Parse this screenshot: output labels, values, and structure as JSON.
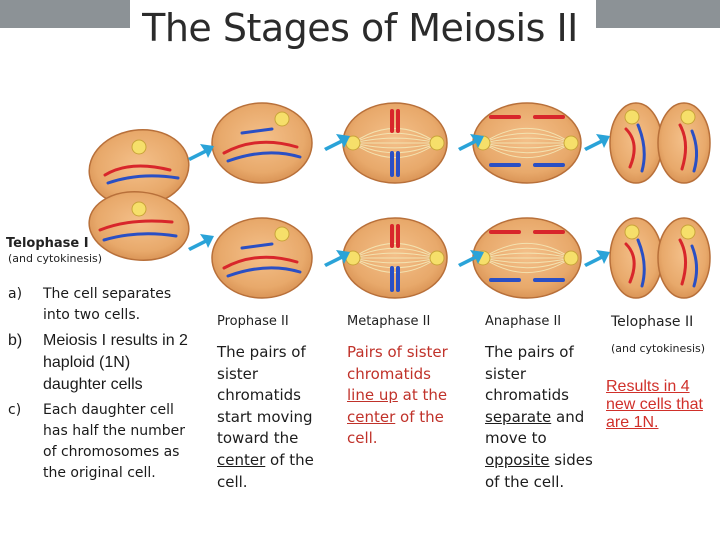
{
  "title": "The Stages of Meiosis II",
  "left_panel": {
    "stage": "Telophase I",
    "stage_sub": "(and cytokinesis)",
    "items": [
      {
        "marker": "a)",
        "text": "The cell separates into two cells."
      },
      {
        "marker": "b)",
        "text": "Meiosis I results in 2 haploid (1N) daughter cells"
      },
      {
        "marker": "c)",
        "text": "Each daughter cell has half the number of chromosomes as the original cell."
      }
    ]
  },
  "stages": [
    {
      "name": "Prophase II",
      "desc": {
        "p1": "The pairs of sister chromatids start moving toward the ",
        "u1": "center",
        "p2": " of the cell."
      }
    },
    {
      "name": "Metaphase II",
      "desc": {
        "p1": "Pairs of sister chromatids ",
        "u1": "line up",
        "p2": " at the ",
        "u2": "center",
        "p3": " of the cell."
      }
    },
    {
      "name": "Anaphase II",
      "desc": {
        "p1": "The pairs of sister chromatids ",
        "u1": "separate",
        "p2": " and move to ",
        "u2": "opposite",
        "p3": " sides of the cell."
      }
    }
  ],
  "final_stage": {
    "name": "Telophase II",
    "sub": "(and cytokinesis)",
    "result": "Results in 4 new cells that are 1N."
  },
  "colors": {
    "cell_fill": "#e8a96b",
    "cell_edge": "#b8703a",
    "chromosome_red": "#d8262b",
    "chromosome_blue": "#2a4fc4",
    "arrow": "#2aa3d8",
    "highlight_red": "#c0322a"
  }
}
